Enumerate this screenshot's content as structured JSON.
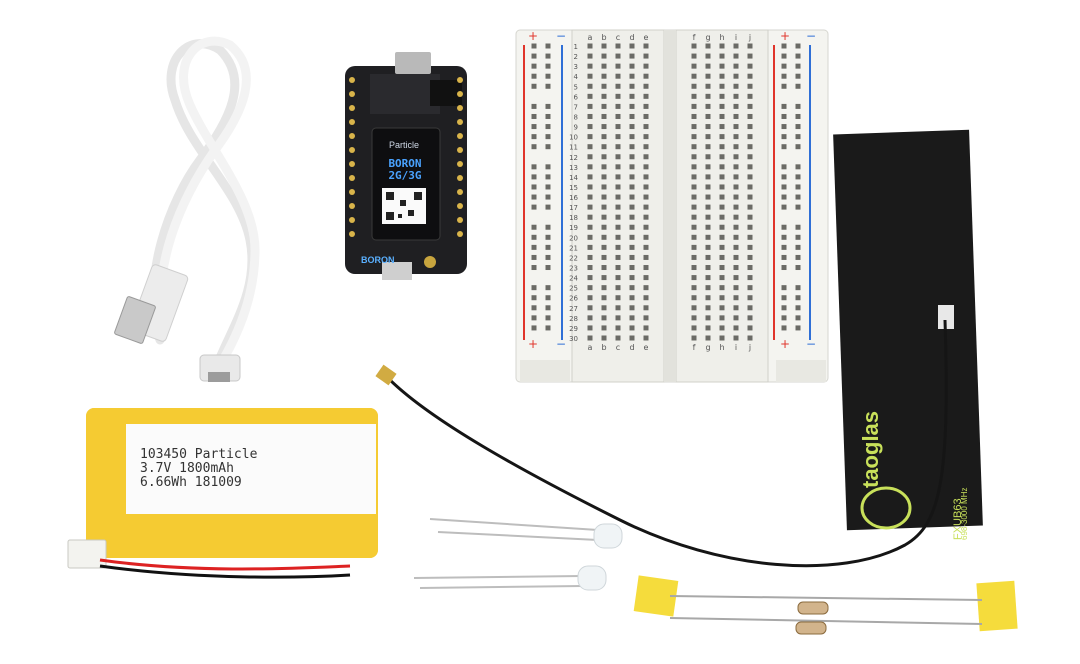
{
  "battery": {
    "line1": "103450 Particle",
    "line2": "3.7V 1800mAh",
    "line3": "6.66Wh 181009"
  },
  "board": {
    "brand": "Particle",
    "model_line1": "BORON",
    "model_line2": "2G/3G",
    "bottom_label": "BORON"
  },
  "antenna": {
    "brand": "taoglas",
    "model": "FXUB63",
    "frequency": "698-3000 MHz"
  },
  "breadboard": {
    "columns_left": [
      "a",
      "b",
      "c",
      "d",
      "e"
    ],
    "columns_right": [
      "f",
      "g",
      "h",
      "i",
      "j"
    ],
    "row_count": 30
  },
  "colors": {
    "battery_yellow": "#f2c21b",
    "breadboard_white": "#f4f4f0",
    "rail_red": "#e0352b",
    "rail_blue": "#2f6fd6",
    "antenna_black": "#1a1a1a",
    "board_black": "#1f1f22"
  }
}
